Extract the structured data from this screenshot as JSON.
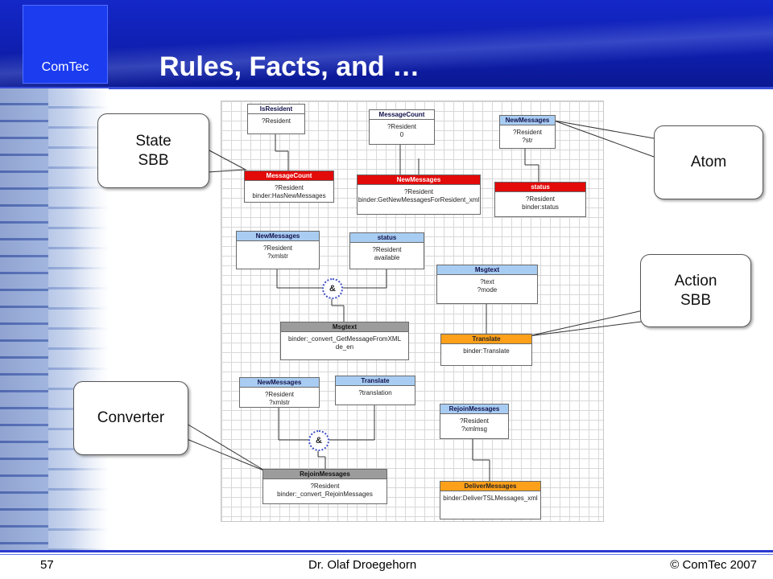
{
  "header": {
    "logo_text": "ComTec",
    "title": "Rules, Facts, and …"
  },
  "callouts": {
    "state_sbb": "State\nSBB",
    "atom": "Atom",
    "action_sbb": "Action\nSBB",
    "converter": "Converter"
  },
  "diagram": {
    "nodes": {
      "isresident": {
        "title": "IsResident",
        "body": "?Resident"
      },
      "messagecount_top": {
        "title": "MessageCount",
        "body": "?Resident\n0"
      },
      "newmessages_atom": {
        "title": "NewMessages",
        "body": "?Resident\n?str"
      },
      "messagecount_state": {
        "title": "MessageCount",
        "body": "?Resident\nbinder:HasNewMessages"
      },
      "newmessages_red": {
        "title": "NewMessages",
        "body": "?Resident\nbinder:GetNewMessagesForResident_xml"
      },
      "status_red": {
        "title": "status",
        "body": "?Resident\nbinder:status"
      },
      "newmessages_mid": {
        "title": "NewMessages",
        "body": "?Resident\n?xmlstr"
      },
      "status_mid": {
        "title": "status",
        "body": "?Resident\navailable"
      },
      "msgtext_top": {
        "title": "Msgtext",
        "body": "?text\n?mode"
      },
      "msgtext_gray": {
        "title": "Msgtext",
        "body": "binder:_convert_GetMessageFromXML\nde_en"
      },
      "translate_orange": {
        "title": "Translate",
        "body": "binder:Translate"
      },
      "newmessages_low": {
        "title": "NewMessages",
        "body": "?Resident\n?xmlstr"
      },
      "translate_low": {
        "title": "Translate",
        "body": "?translation"
      },
      "rejoin_top": {
        "title": "RejoinMessages",
        "body": "?Resident\n?xmlmsg"
      },
      "rejoin_gray": {
        "title": "RejoinMessages",
        "body": "?Resident\nbinder:_convert_RejoinMessages"
      },
      "deliver_orange": {
        "title": "DeliverMessages",
        "body": "binder:DeliverTSLMessages_xml"
      }
    },
    "junction_symbol": "&"
  },
  "footer": {
    "page_number": "57",
    "author": "Dr. Olaf Droegehorn",
    "copyright": "© ComTec 2007"
  }
}
